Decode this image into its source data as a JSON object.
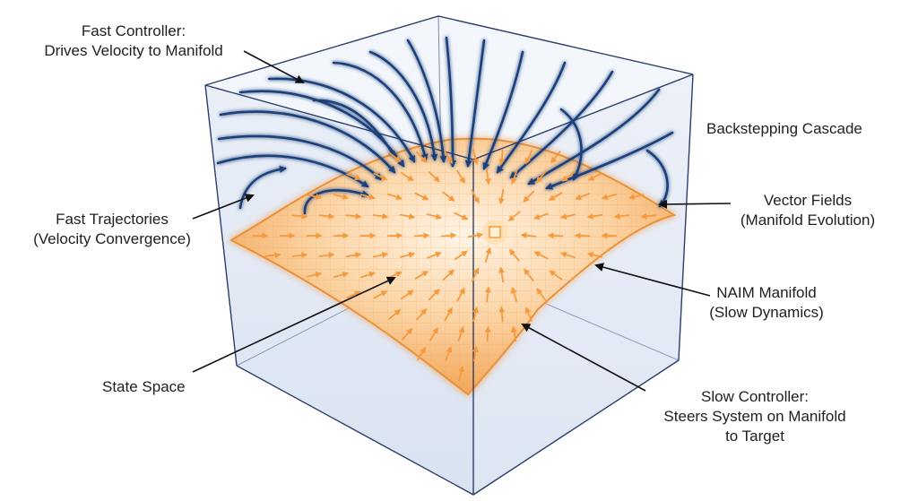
{
  "labels": {
    "fast_controller": {
      "line1": "Fast Controller:",
      "line2": "Drives Velocity to Manifold"
    },
    "backstepping": {
      "line1": "Backstepping Cascade"
    },
    "vector_fields": {
      "line1": "Vector Fields",
      "line2": "(Manifold Evolution)"
    },
    "fast_trajectories": {
      "line1": "Fast Trajectories",
      "line2": "(Velocity Convergence)"
    },
    "naim_manifold": {
      "line1": "NAIM Manifold",
      "line2": "(Slow Dynamics)"
    },
    "state_space": {
      "line1": "State Space"
    },
    "slow_controller": {
      "line1": "Slow Controller:",
      "line2": "Steers System on Manifold",
      "line3": "to Target"
    }
  },
  "colors": {
    "box_fill": "#dde5f3",
    "box_edge": "#2c3e6b",
    "trajectory": "#1f3f7a",
    "manifold": "#f6b46b",
    "manifold_edge": "#e8923a",
    "vector_arrow": "#f59a3d",
    "target": "#fff3d6",
    "pointer": "#111111"
  }
}
